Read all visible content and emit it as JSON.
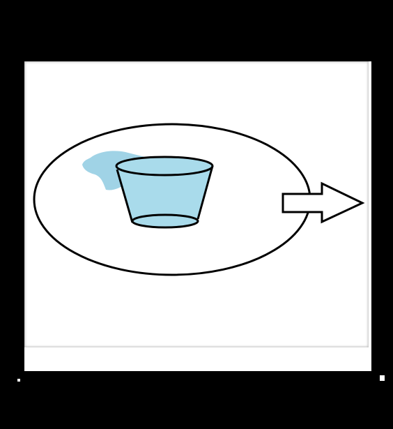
{
  "diagram": {
    "colors": {
      "background": "#000000",
      "panel": "#ffffff",
      "outline": "#000000",
      "water": "#a9dbeb",
      "water_splash": "#a0d3e6"
    },
    "elements": {
      "container_shape": "ellipse",
      "vessel": "bucket-with-water",
      "spill": "water-splash",
      "flow_indicator": "right-arrow"
    }
  }
}
